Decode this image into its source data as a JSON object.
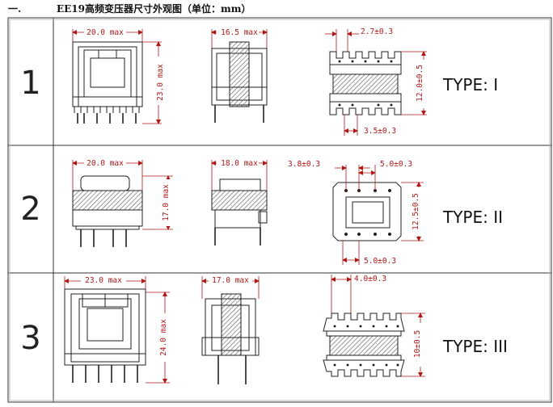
{
  "header": {
    "number": "一.",
    "title": "EE19高频变压器尺寸外观图（单位：mm）"
  },
  "rows": [
    {
      "number": "1",
      "type": "TYPE: I",
      "dims": {
        "front_width": "20.0 max",
        "front_height": "23.0 max",
        "side_width": "16.5 max",
        "pitch_top": "2.7±0.3",
        "pitch_bottom": "3.5±0.3",
        "height": "12.0±0.5"
      }
    },
    {
      "number": "2",
      "type": "TYPE: II",
      "dims": {
        "front_width": "20.0 max",
        "front_height": "17.0 max",
        "side_width": "18.0 max",
        "pitch_left": "3.8±0.3",
        "pitch_right": "5.0±0.3",
        "pitch_bottom": "5.0±0.3",
        "height": "12.5±0.5"
      }
    },
    {
      "number": "3",
      "type": "TYPE: III",
      "dims": {
        "front_width": "23.0 max",
        "front_height": "24.0 max",
        "side_width": "17.0 max",
        "pitch_top": "4.0±0.3",
        "height": "10±0.5"
      }
    }
  ],
  "colors": {
    "line": "#222222",
    "dimension": "#b01818",
    "hatch": "#555555"
  }
}
